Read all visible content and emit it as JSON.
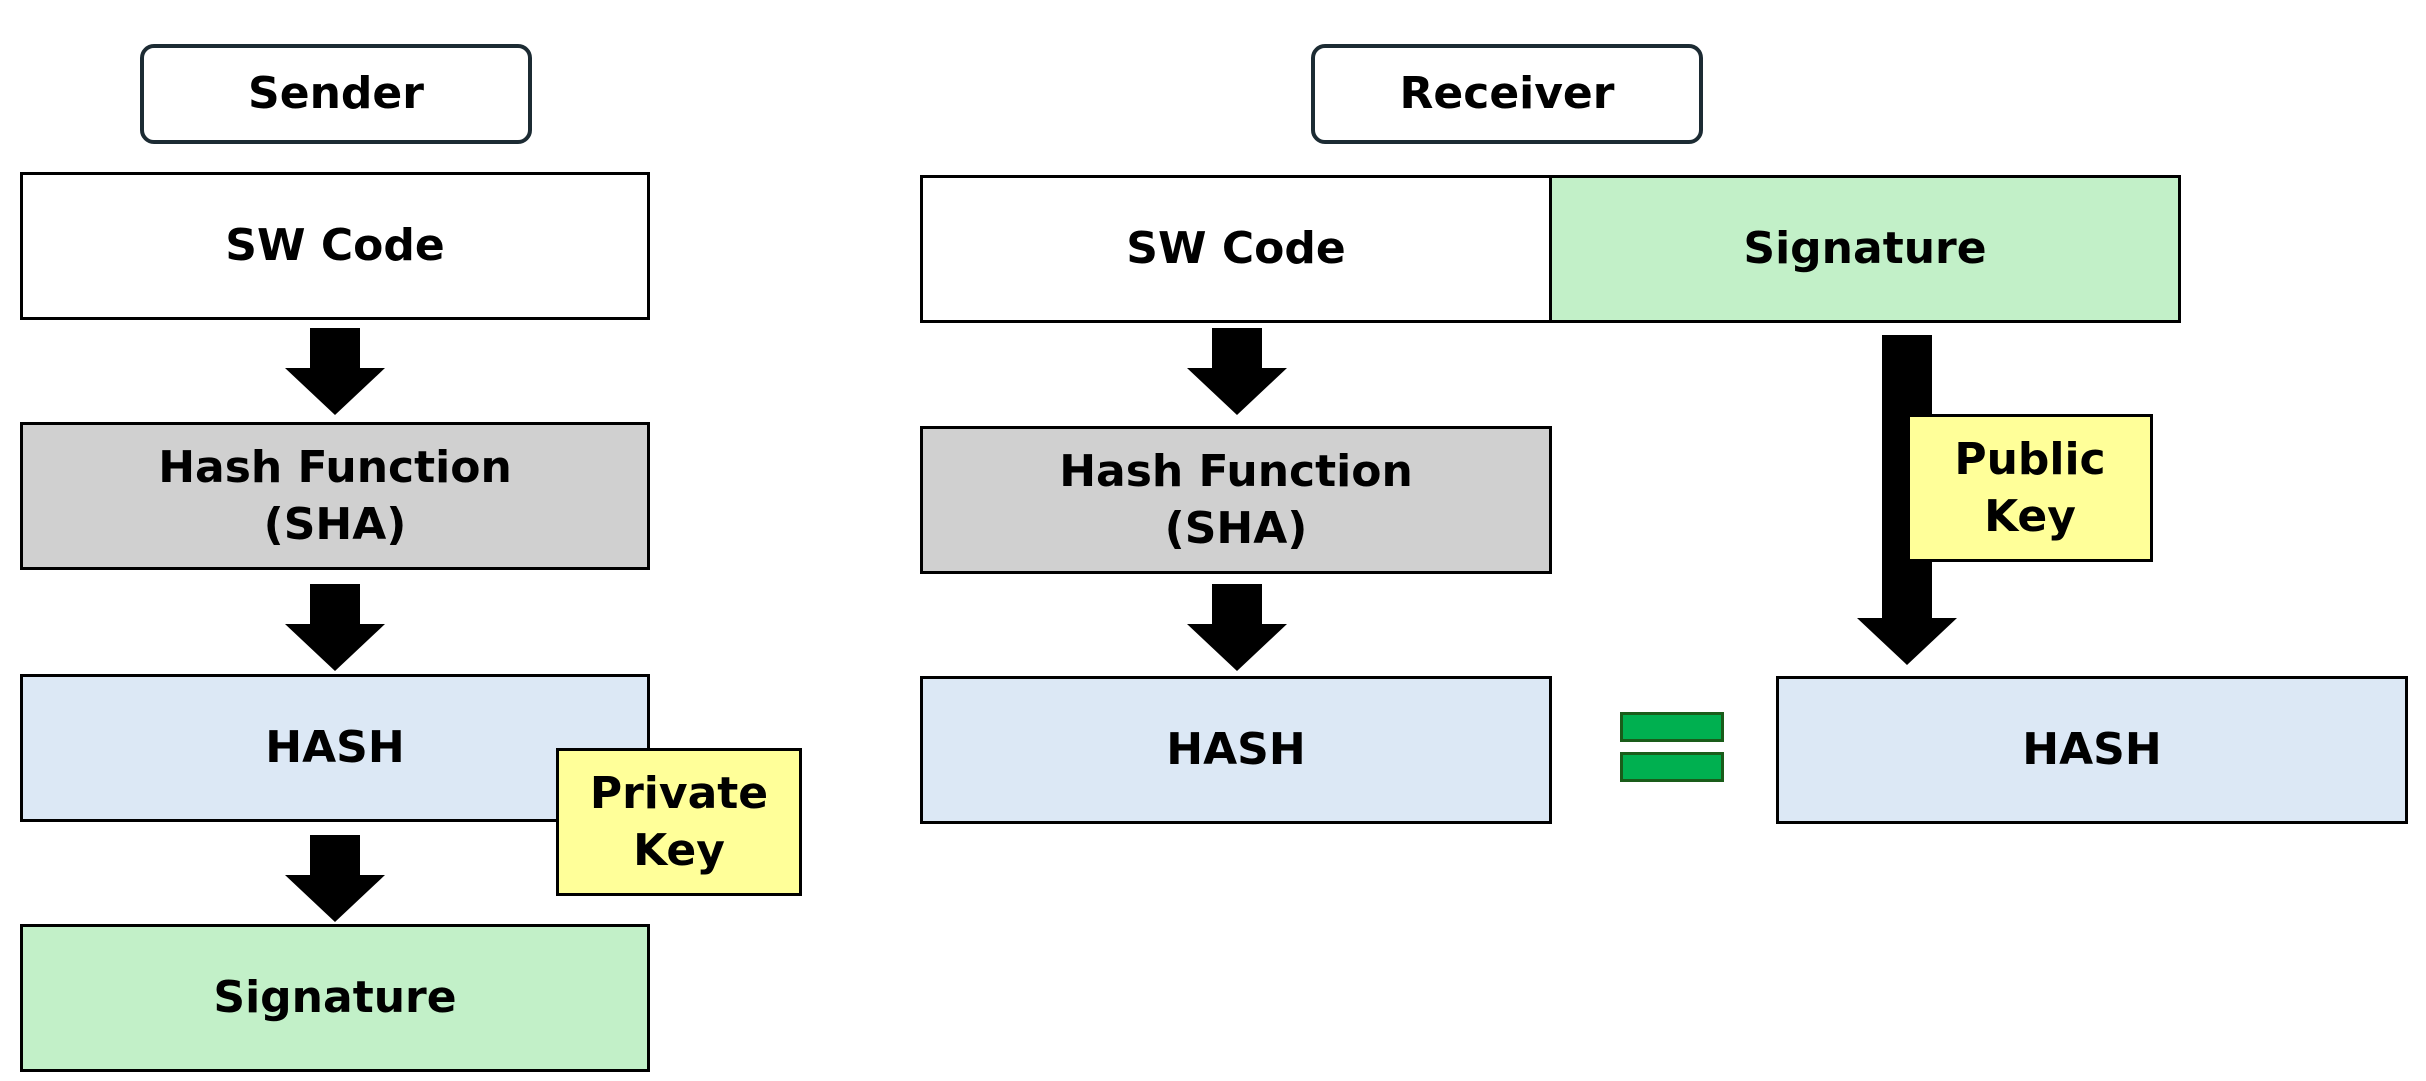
{
  "sender": {
    "title": "Sender",
    "sw_code": "SW Code",
    "hash_function": "Hash Function\n(SHA)",
    "hash": "HASH",
    "private_key": "Private\nKey",
    "signature": "Signature"
  },
  "receiver": {
    "title": "Receiver",
    "sw_code": "SW Code",
    "signature": "Signature",
    "hash_function": "Hash Function\n(SHA)",
    "public_key": "Public\nKey",
    "hash_left": "HASH",
    "hash_right": "HASH"
  },
  "colors": {
    "gray": "#d0d0d0",
    "hash_blue": "#dce8f5",
    "signature_green": "#c2f0c8",
    "key_yellow": "#ffff99",
    "equals_green": "#00b050"
  }
}
